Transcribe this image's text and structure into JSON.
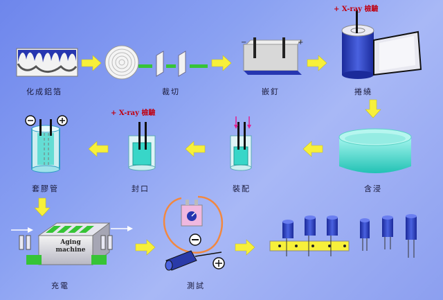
{
  "steps": {
    "etching": "化成鋁箔",
    "cutting": "裁切",
    "riveting": "嵌釘",
    "winding": "捲繞",
    "impregnation": "含浸",
    "assembly": "裝配",
    "sealing": "封口",
    "sleeving": "套膠管",
    "charging": "充電",
    "testing": "測試"
  },
  "annotations": {
    "xray_top": "+ X-ray 檢驗",
    "xray_mid": "+ X-ray 檢驗",
    "aging_title": "Aging",
    "aging_sub": "machine",
    "minus_sign": "−",
    "plus_sign": "+"
  },
  "colors": {
    "arrow": "#f7f03a",
    "teal": "#38d6c8",
    "capacitor_blue": "#2a3aa8",
    "green_strip": "#36c436",
    "xray_red": "#c00010"
  }
}
